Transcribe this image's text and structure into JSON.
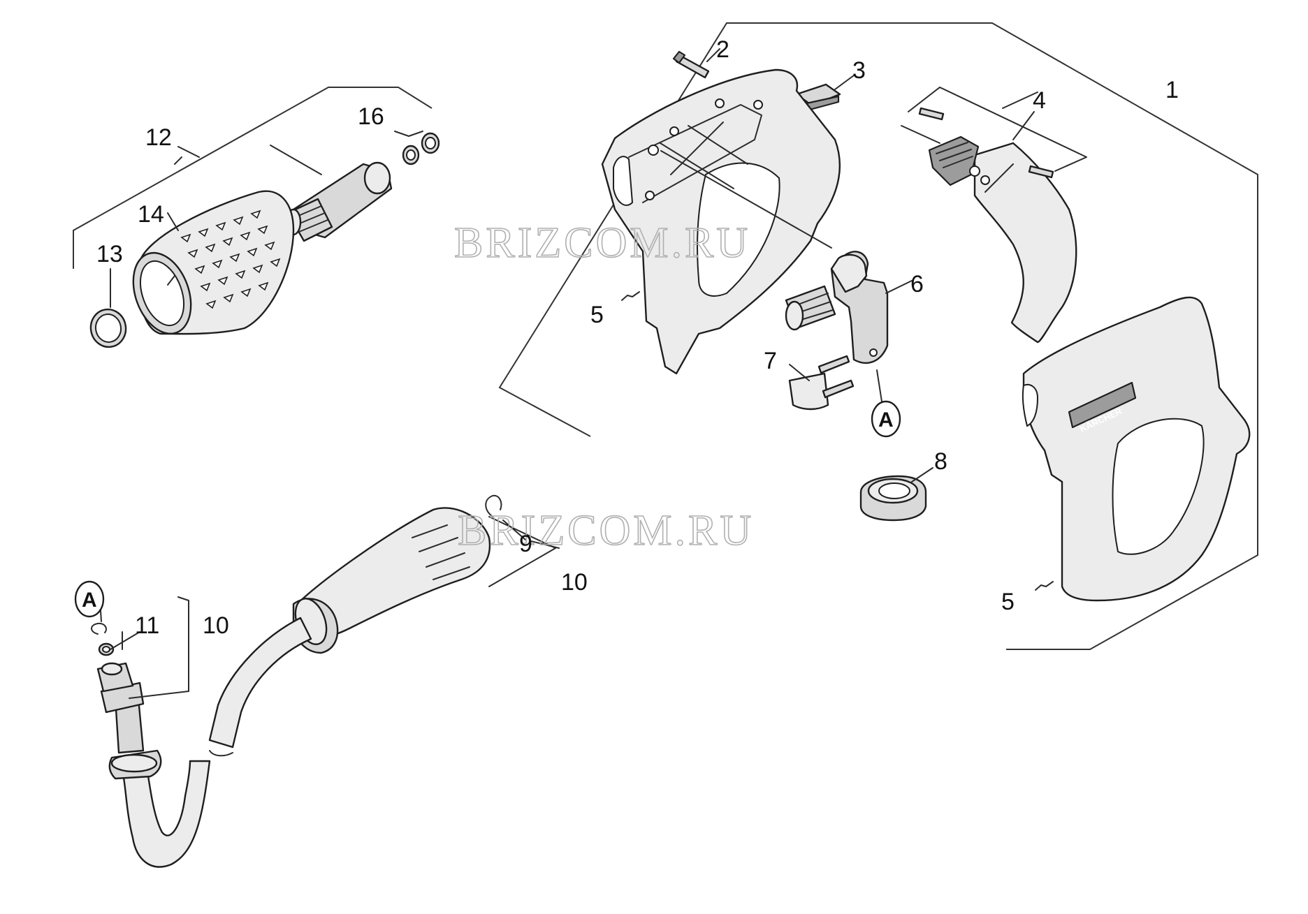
{
  "callouts": {
    "c1": "1",
    "c2": "2",
    "c3": "3",
    "c4": "4",
    "c5a": "5",
    "c5b": "5",
    "c6": "6",
    "c7": "7",
    "c8": "8",
    "c9": "9",
    "c10a": "10",
    "c10b": "10",
    "c11": "11",
    "c12": "12",
    "c13": "13",
    "c14": "14",
    "c16": "16"
  },
  "connectors": {
    "a_top": "A",
    "a_bottom": "A"
  },
  "watermarks": {
    "w1": "BRIZCOM.RU",
    "w2": "BRIZCOM.RU"
  },
  "brand": {
    "logo_text": "KÄRCHER"
  },
  "colors": {
    "line": "#2b2b2b",
    "part_fill": "#d9d9d9",
    "watermark": "#b0b0b0"
  }
}
